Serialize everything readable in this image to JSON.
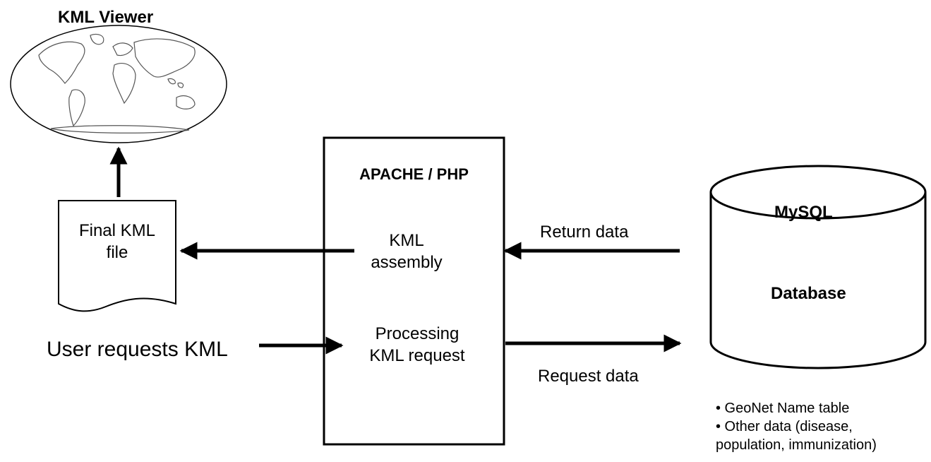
{
  "viewer": {
    "title": "KML Viewer"
  },
  "kml_file": {
    "line1": "Final KML",
    "line2": "file"
  },
  "server": {
    "title": "APACHE / PHP",
    "assembly_line1": "KML",
    "assembly_line2": "assembly",
    "processing_line1": "Processing",
    "processing_line2": "KML request"
  },
  "database": {
    "title": "MySQL",
    "label": "Database",
    "notes": [
      "• GeoNet Name table",
      "• Other data (disease,",
      "population, immunization)"
    ]
  },
  "arrows": {
    "return_data": "Return data",
    "request_data": "Request data"
  },
  "user": {
    "request": "User requests KML"
  }
}
